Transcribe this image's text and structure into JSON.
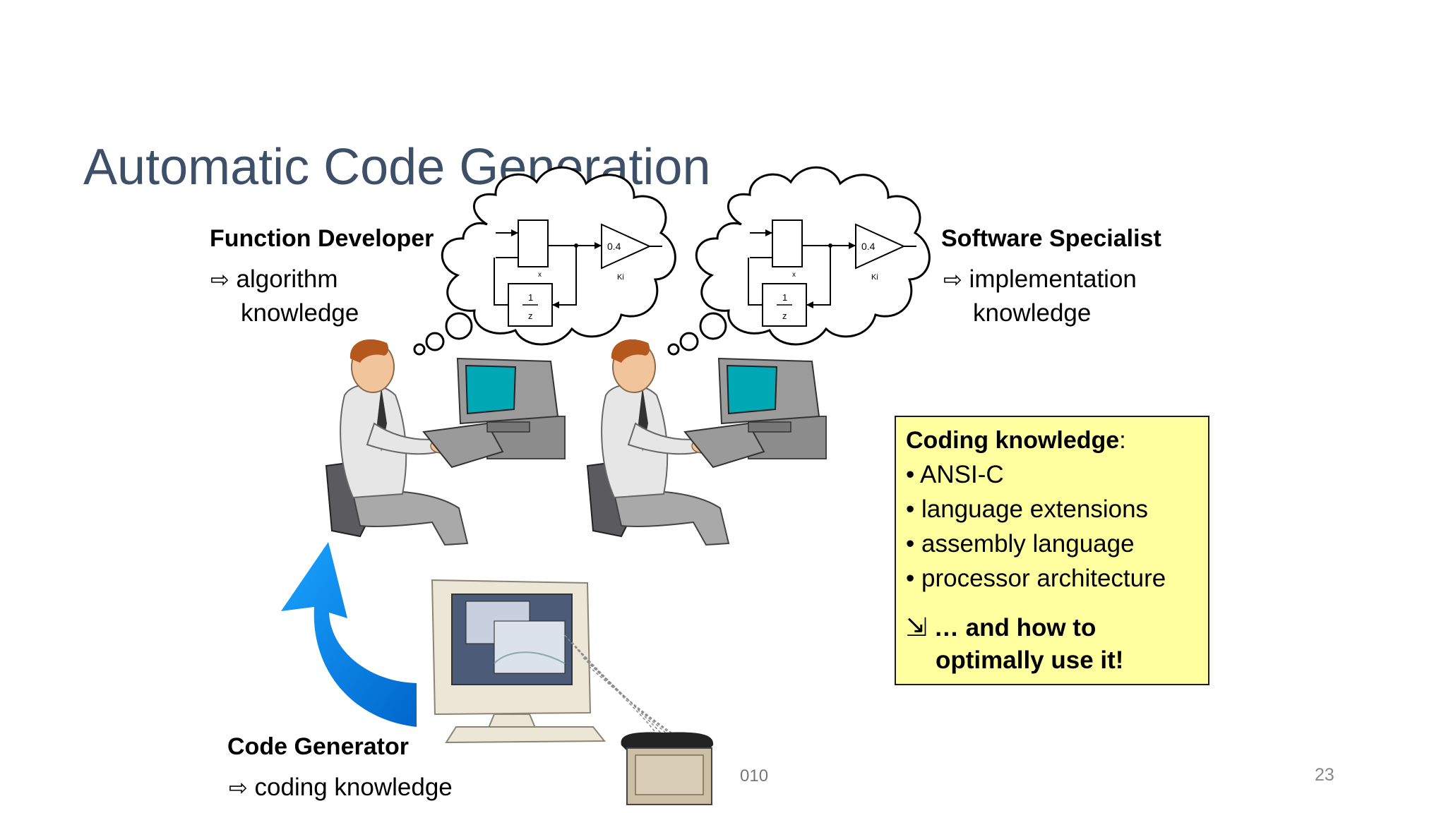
{
  "title": "Automatic Code Generation",
  "function_developer": {
    "heading": "Function Developer",
    "line1": "algorithm",
    "line2": "knowledge"
  },
  "software_specialist": {
    "heading": "Software Specialist",
    "line1": "implementation",
    "line2": "knowledge"
  },
  "code_generator": {
    "heading": "Code Generator",
    "line1": "coding knowledge"
  },
  "knowledge_box": {
    "heading": "Coding knowledge",
    "heading_suffix": ":",
    "items": [
      "• ANSI-C",
      "• language extensions",
      "• assembly language",
      "• processor architecture"
    ],
    "outro_line1": "… and how to",
    "outro_line2": "optimally use it!"
  },
  "diagram": {
    "gain_value": "0.4",
    "gain_label": "Ki",
    "delay_numerator": "1",
    "delay_denominator": "z",
    "sum_label": "x"
  },
  "footer": {
    "date_fragment": "010",
    "page_number": "23"
  },
  "colors": {
    "title": "#3e5068",
    "highlight_box": "#ffff9f",
    "feedback_arrow": "#1a8fe8",
    "monitor_screen": "#00a7b5"
  },
  "icons": [
    "thought-bubble-icon",
    "developer-at-computer-icon",
    "code-generator-computer-icon",
    "ecu-module-icon",
    "feedback-arrow-icon",
    "hollow-right-arrow-icon",
    "hollow-turn-arrow-icon"
  ]
}
